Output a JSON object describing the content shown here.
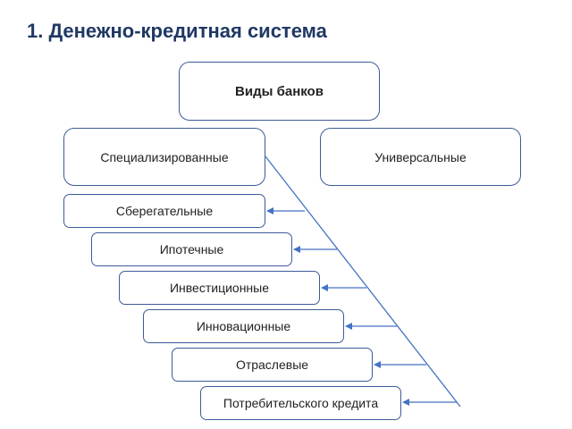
{
  "title": "1. Денежно-кредитная система",
  "diagram": {
    "root": "Виды банков",
    "categories": [
      "Специализированные",
      "Универсальные"
    ],
    "specialized_types": [
      "Сберегательные",
      "Ипотечные",
      "Инвестиционные",
      "Инновационные",
      "Отраслевые",
      "Потребительского кредита"
    ]
  },
  "colors": {
    "title": "#1f3864",
    "border": "#3d5a99",
    "connector": "#4472c4"
  }
}
